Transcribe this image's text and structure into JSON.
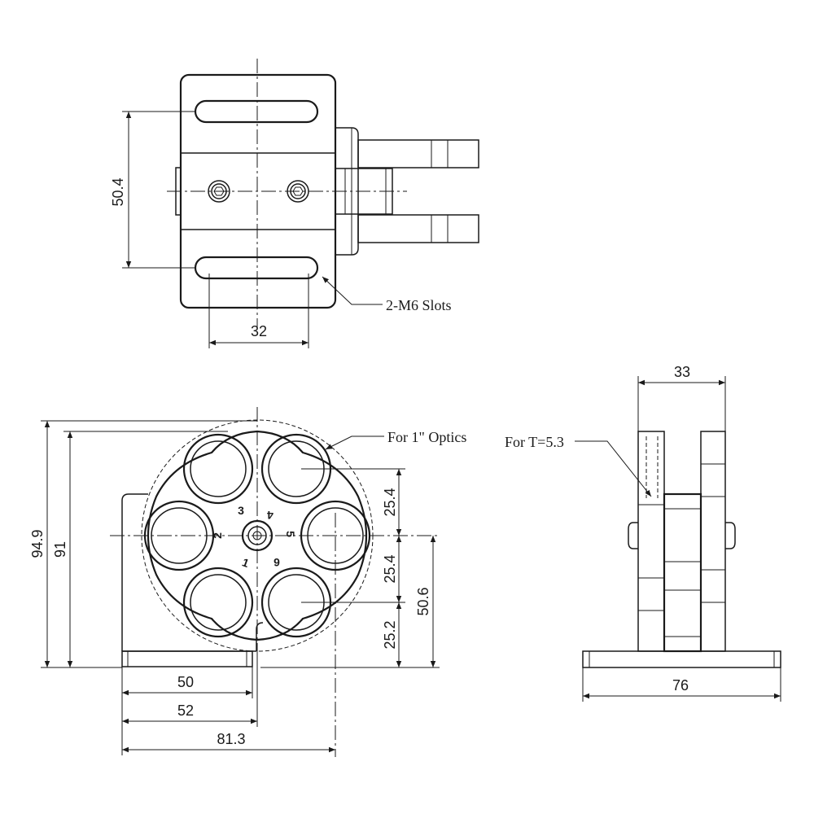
{
  "top_view": {
    "dim_slot_spacing": "50.4",
    "dim_slot_width": "32",
    "callout_slots": "2-M6 Slots"
  },
  "front_view": {
    "callout_optics": "For 1\" Optics",
    "dim_overall_height": "94.9",
    "dim_height": "91",
    "dim_upper_pitch": "25.4",
    "dim_lower_pitch": "25.4",
    "dim_center_height": "50.6",
    "dim_base_offset": "25.2",
    "dim_base_50": "50",
    "dim_base_52": "52",
    "dim_overall_width": "81.3",
    "position_numbers": [
      "1",
      "2",
      "3",
      "4",
      "5",
      "6"
    ]
  },
  "side_view": {
    "dim_top": "33",
    "callout_thickness": "For T=5.3",
    "dim_base": "76"
  }
}
